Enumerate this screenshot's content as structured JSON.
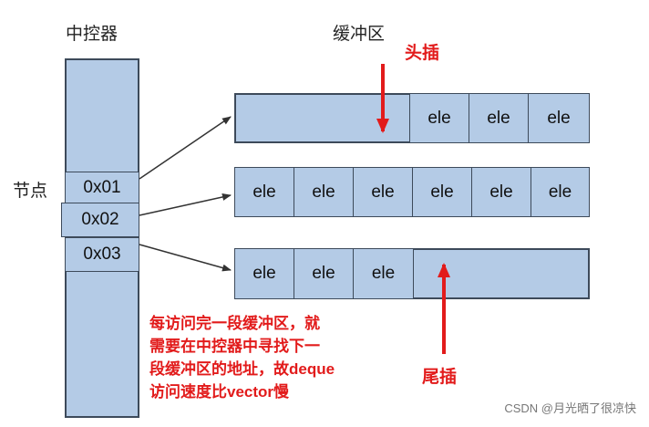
{
  "labels": {
    "controller": "中控器",
    "node": "节点",
    "buffer": "缓冲区",
    "head_insert": "头插",
    "tail_insert": "尾插"
  },
  "controller_nodes": [
    "0x01",
    "0x02",
    "0x03"
  ],
  "buffer_rows": [
    [
      "",
      "",
      "",
      "ele",
      "ele",
      "ele"
    ],
    [
      "ele",
      "ele",
      "ele",
      "ele",
      "ele",
      "ele"
    ],
    [
      "ele",
      "ele",
      "ele",
      "",
      "",
      ""
    ]
  ],
  "note_lines": [
    "每访问完一段缓冲区，就",
    "需要在中控器中寻找下一",
    "段缓冲区的地址，故deque",
    "访问速度比vector慢"
  ],
  "watermark": "CSDN @月光晒了很凉快",
  "colors": {
    "box_fill": "#b4cbe6",
    "border": "#3d4a5a",
    "accent": "#e21b1b"
  }
}
